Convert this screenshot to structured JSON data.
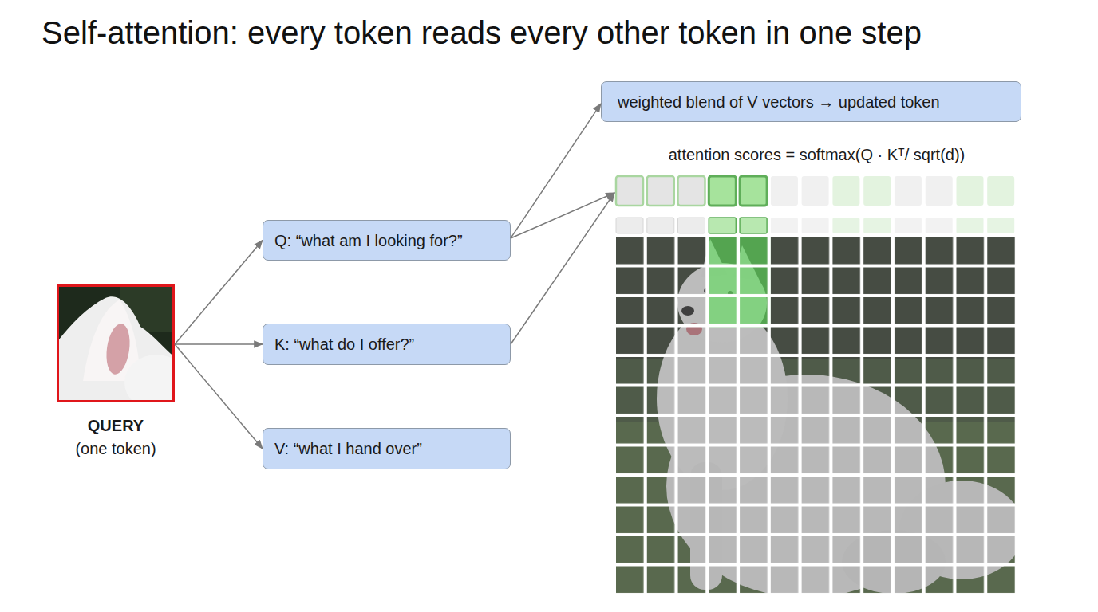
{
  "diagram": {
    "title": "Self-attention: every token reads every other token in one step",
    "nodes": [
      {
        "text": [
          "QUERY",
          "(one token)"
        ]
      },
      {
        "text": [
          "Q: “what am I looking for?”"
        ]
      },
      {
        "text": [
          "K: “what do I offer?”"
        ]
      },
      {
        "text": [
          "V: “what I hand over”"
        ]
      },
      {
        "text": [
          "weighted blend of V vectors → updated token"
        ]
      },
      {
        "text": [
          "attention scores = softmax(Q · Kᵀ/ sqrt(d))"
        ]
      }
    ],
    "edges": [
      {
        "from": 0,
        "to": 1,
        "arrow": "to"
      },
      {
        "from": 0,
        "to": 2,
        "arrow": "to"
      },
      {
        "from": 0,
        "to": 3,
        "arrow": "to"
      },
      {
        "from": 1,
        "to": 4,
        "arrow": "to"
      },
      {
        "from": 1,
        "to": 5,
        "arrow": "to"
      },
      {
        "from": 2,
        "to": 5,
        "arrow": "to"
      }
    ]
  }
}
